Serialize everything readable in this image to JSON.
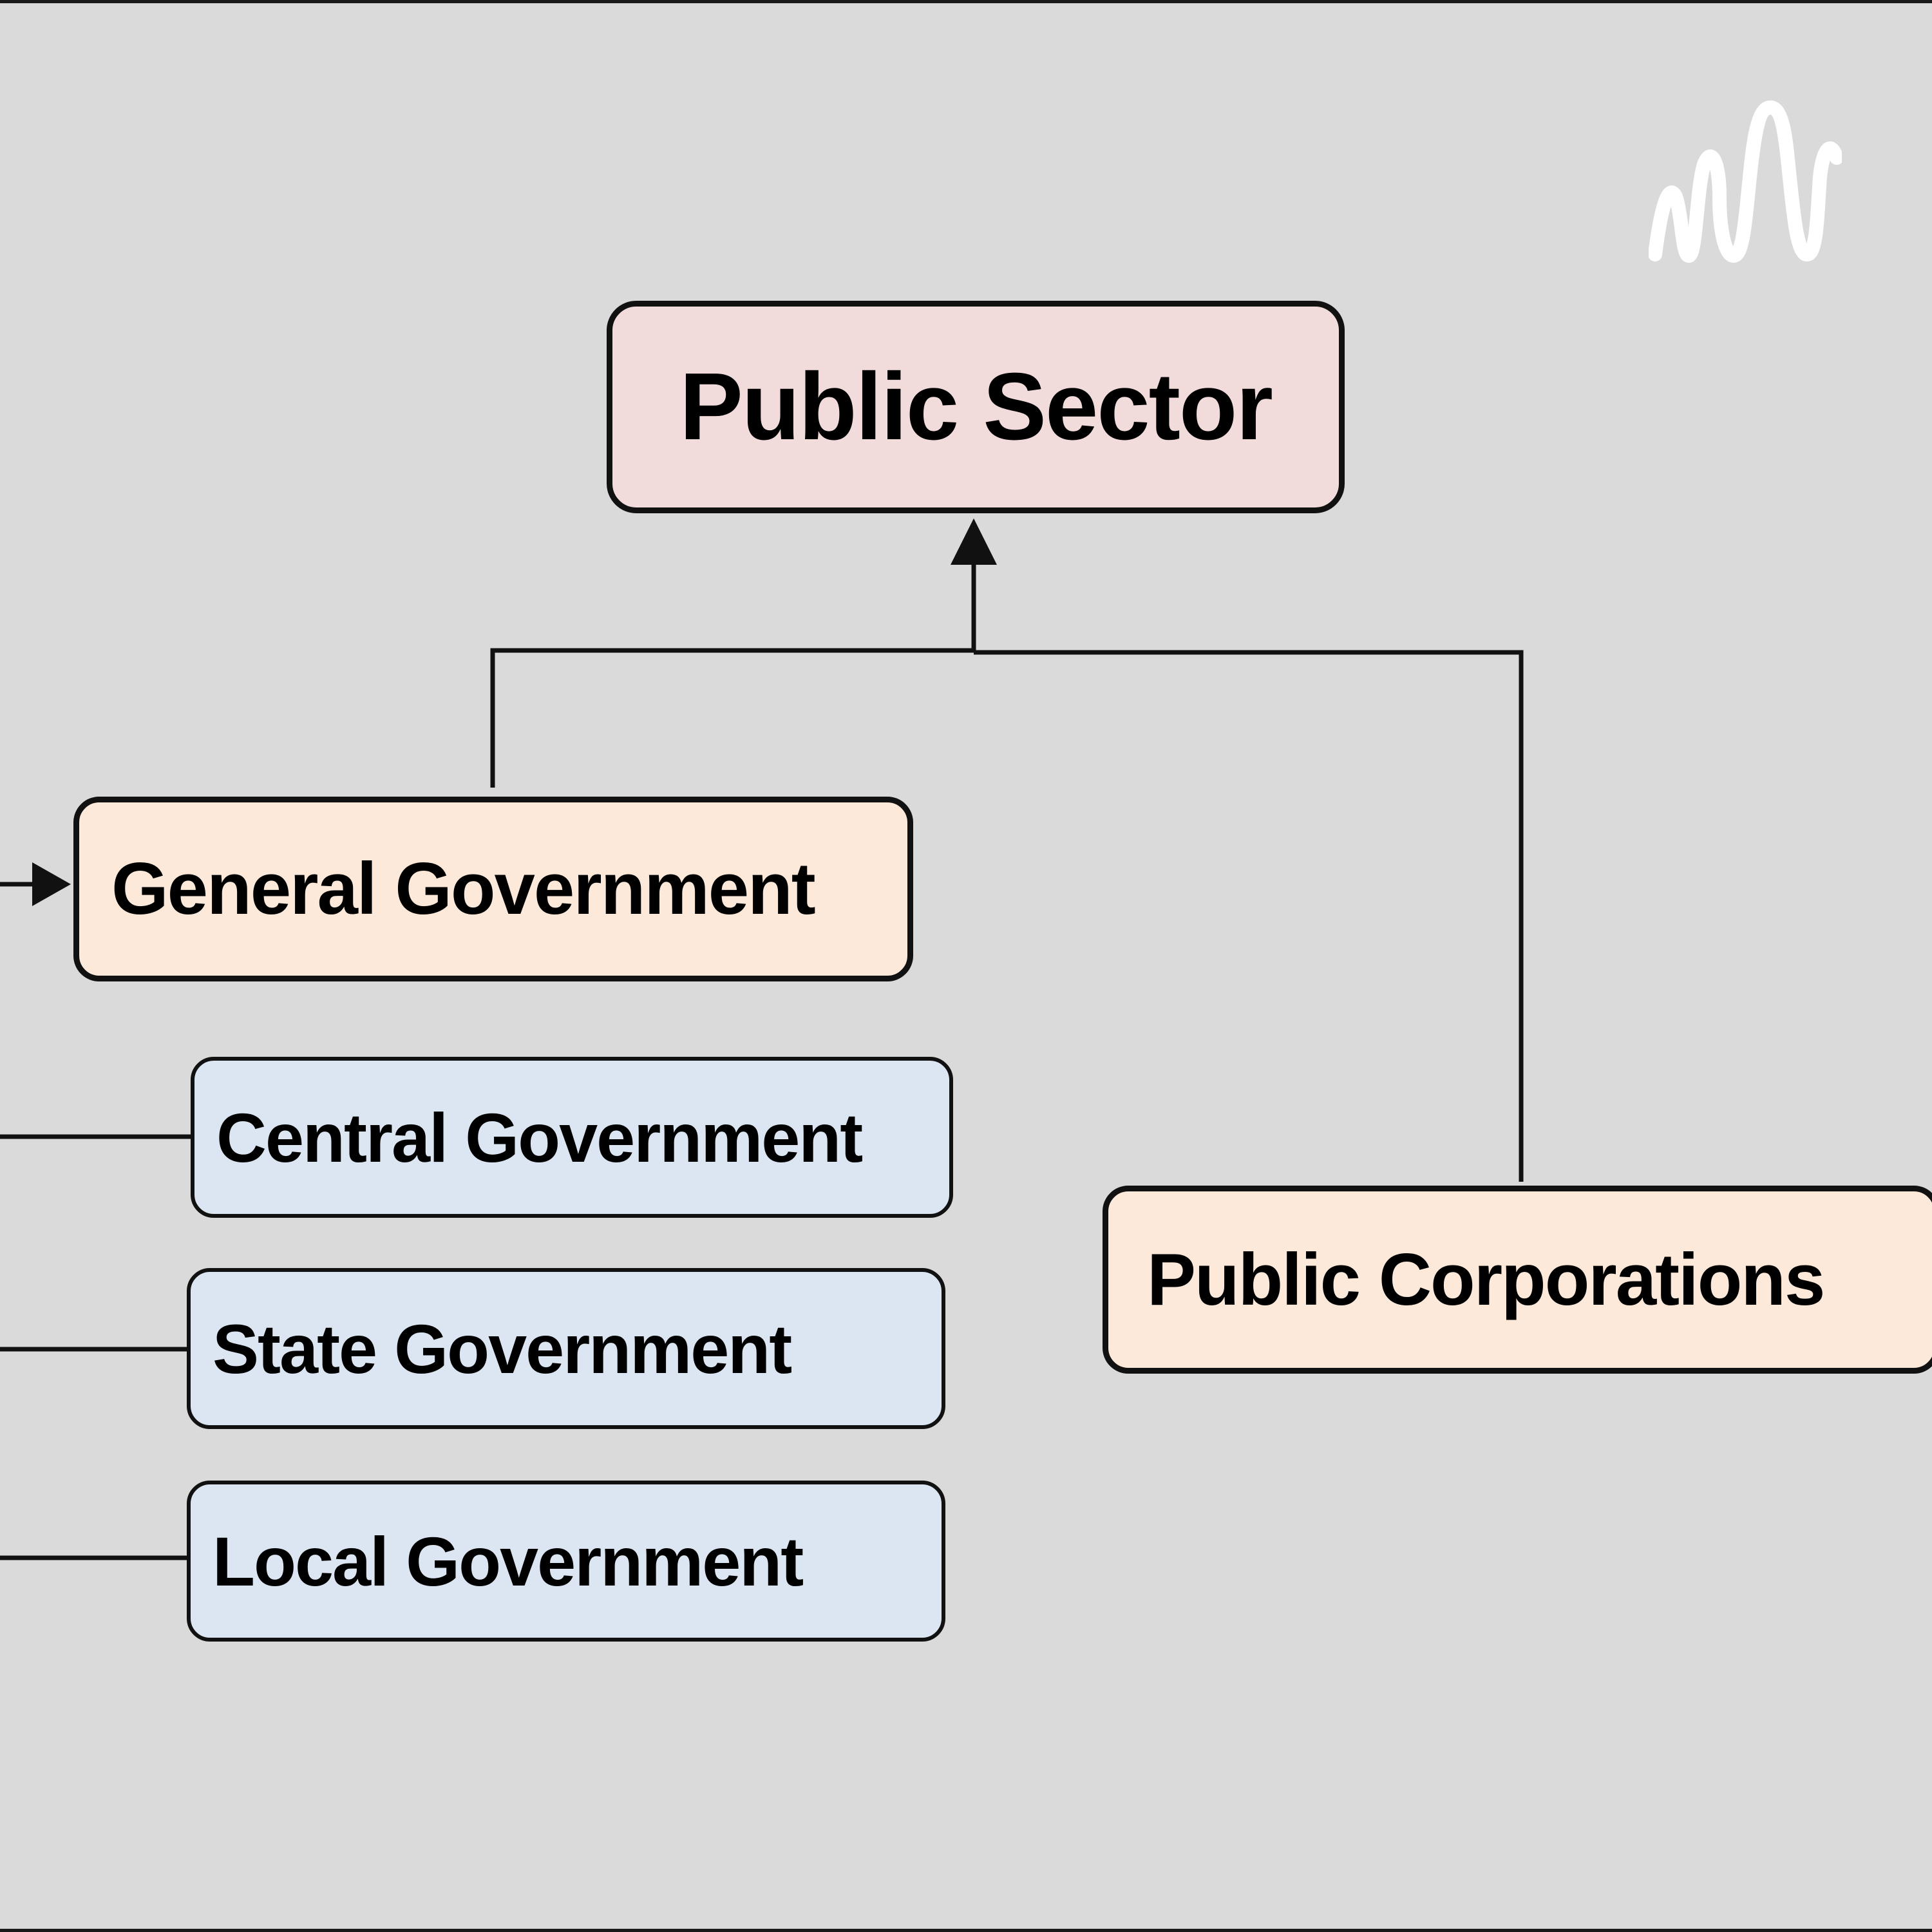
{
  "diagram": {
    "root": {
      "label": "Public Sector"
    },
    "general_government": {
      "label": "General Government"
    },
    "public_corporations": {
      "label": "Public Corporations"
    },
    "levels": [
      {
        "label": "Central Government"
      },
      {
        "label": "State Government"
      },
      {
        "label": "Local Government"
      }
    ]
  },
  "colors": {
    "background": "#dadada",
    "root_fill": "#f2dcdb",
    "mid_fill": "#fce9da",
    "leaf_fill": "#dce6f2",
    "line": "#111111",
    "logo": "#ffffff"
  },
  "icons": {
    "logo": "podcast-waveform-logo"
  }
}
